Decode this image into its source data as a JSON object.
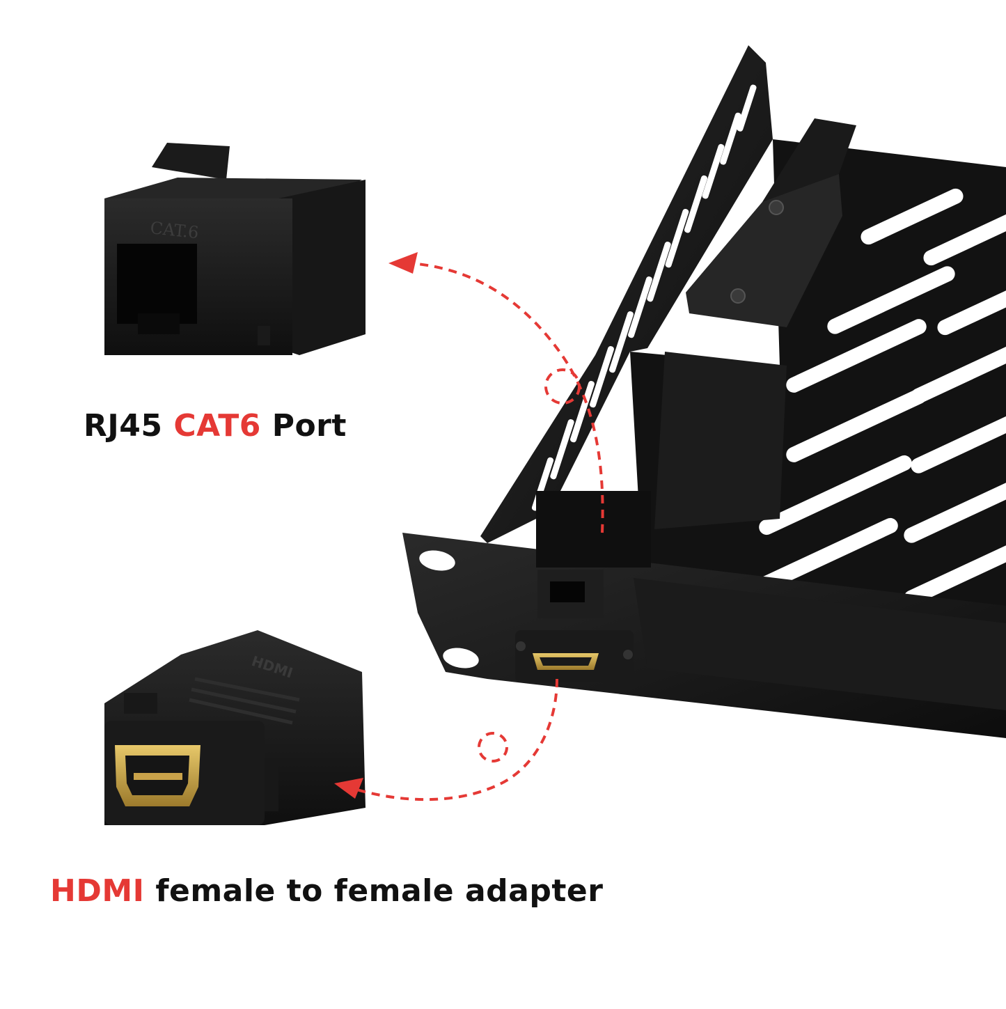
{
  "captions": {
    "rj45": {
      "label_pre": "RJ45 ",
      "label_accent": "CAT6",
      "label_post": " Port"
    },
    "hdmi": {
      "label_accent": "HDMI",
      "label_post": " female to female adapter"
    }
  },
  "product_markings": {
    "keystone_coupler": "CAT.6",
    "hdmi_adapter": "HDMI"
  },
  "colors": {
    "accent": "#e53935",
    "text": "#111111",
    "product": "#141414",
    "background": "#ffffff",
    "gold": "#c9a24a"
  },
  "icons": [
    "rj45-keystone-coupler-icon",
    "hdmi-adapter-icon",
    "rack-shelf-icon",
    "dashed-arrow-icon"
  ]
}
